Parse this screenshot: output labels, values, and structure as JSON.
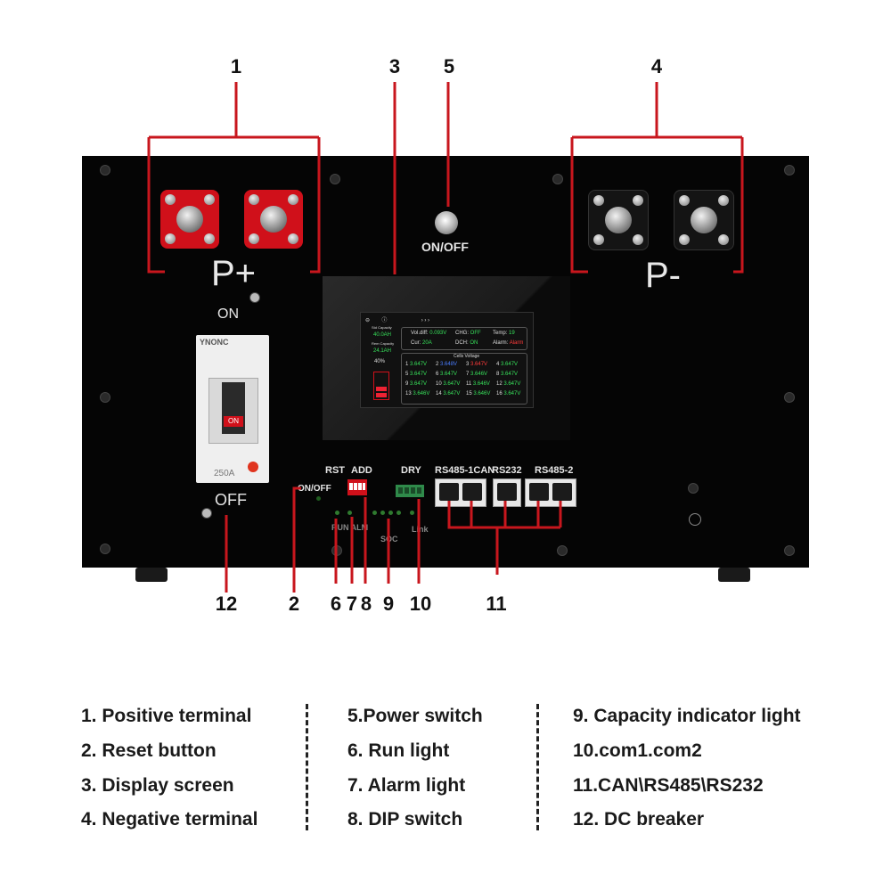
{
  "callouts": {
    "c1": "1",
    "c2": "2",
    "c3": "3",
    "c4": "4",
    "c5": "5",
    "c6": "6",
    "c7": "7",
    "c8": "8",
    "c9": "9",
    "c10": "10",
    "c11": "11",
    "c12": "12"
  },
  "panel": {
    "positive_label": "P+",
    "negative_label": "P-",
    "on_label": "ON",
    "off_label": "OFF",
    "power_switch_label": "ON/OFF",
    "reset_switch_label": "ON/OFF",
    "rst": "RST",
    "add": "ADD",
    "dry": "DRY",
    "rs485_1can": "RS485-1CAN",
    "rs232": "RS232",
    "rs485_2": "RS485-2",
    "run_alm": "RUN ALM",
    "soc": "SOC",
    "link": "Link",
    "breaker_brand": "YNONC",
    "breaker_on": "ON",
    "breaker_rating": "250A"
  },
  "screen": {
    "soc_percent": "40%",
    "std_capacity_label": "Std Capacity",
    "std_capacity": "40.0AH",
    "rem_capacity_label": "Rem Capacity",
    "rem_capacity": "24.1AH",
    "vol_diff_label": "Vol.diff:",
    "vol_diff": "0.093V",
    "chg_label": "CHG:",
    "chg": "OFF",
    "temp_label": "Temp:",
    "temp": "19",
    "cur_label": "Cur:",
    "cur": "20A",
    "dch_label": "DCH:",
    "dch": "ON",
    "alarm_label": "Alarm:",
    "alarm": "Alarm",
    "cells_title": "Cells Voltage",
    "cells": [
      [
        "1",
        "3.647V"
      ],
      [
        "2",
        "3.648V"
      ],
      [
        "3",
        "3.647V"
      ],
      [
        "4",
        "3.647V"
      ],
      [
        "5",
        "3.647V"
      ],
      [
        "6",
        "3.647V"
      ],
      [
        "7",
        "3.646V"
      ],
      [
        "8",
        "3.647V"
      ],
      [
        "9",
        "3.647V"
      ],
      [
        "10",
        "3.647V"
      ],
      [
        "11",
        "3.646V"
      ],
      [
        "12",
        "3.647V"
      ],
      [
        "13",
        "3.646V"
      ],
      [
        "14",
        "3.647V"
      ],
      [
        "15",
        "3.646V"
      ],
      [
        "16",
        "3.647V"
      ]
    ]
  },
  "legend": {
    "col1": [
      "1. Positive terminal",
      "2. Reset button",
      "3. Display screen",
      "4. Negative terminal"
    ],
    "col2": [
      "5.Power switch",
      "6. Run light",
      "7. Alarm light",
      "8. DIP switch"
    ],
    "col3": [
      "9. Capacity indicator light",
      "10.com1.com2",
      "11.CAN\\RS485\\RS232",
      "12. DC breaker"
    ]
  },
  "colors": {
    "leader": "#c8161d",
    "panel": "#050505",
    "terminal_positive": "#d0101a",
    "terminal_negative": "#111111"
  }
}
